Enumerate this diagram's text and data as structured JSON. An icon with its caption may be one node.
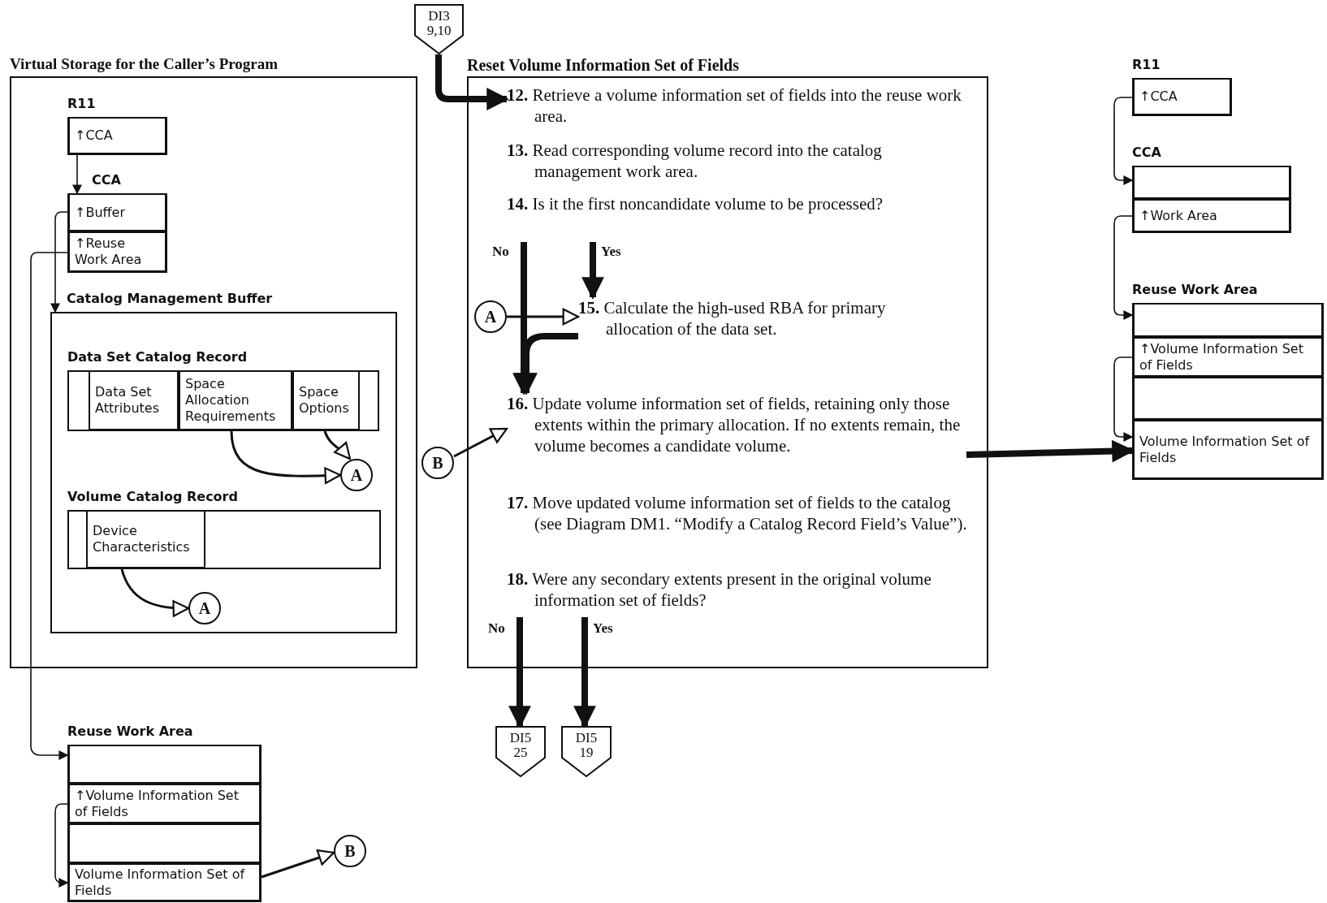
{
  "diagram": {
    "nodes": [
      {
        "text": [
          "DI3 9,10"
        ]
      },
      {
        "text": [
          "Virtual Storage for the Caller’s Program"
        ]
      },
      {
        "text": [
          "R11"
        ],
        "in": 1
      },
      {
        "text": [
          "↑CCA"
        ],
        "in": 2
      },
      {
        "text": [
          "CCA"
        ],
        "in": 1
      },
      {
        "text": [
          "↑Buffer"
        ],
        "in": 4
      },
      {
        "text": [
          "↑Reuse Work Area"
        ],
        "in": 4
      },
      {
        "text": [
          "Catalog Management Buffer"
        ],
        "in": 1
      },
      {
        "text": [
          "Data Set Catalog Record"
        ],
        "in": 7
      },
      {
        "text": [
          "Data Set Attributes"
        ],
        "in": 8
      },
      {
        "text": [
          "Space Allocation Requirements"
        ],
        "in": 8
      },
      {
        "text": [
          "Space Options"
        ],
        "in": 8
      },
      {
        "text": [
          "A"
        ],
        "in": 7
      },
      {
        "text": [
          "Volume Catalog Record"
        ],
        "in": 7
      },
      {
        "text": [
          "Device Characteristics"
        ],
        "in": 13
      },
      {
        "text": [
          "A"
        ],
        "in": 7
      },
      {
        "text": [
          "Reuse Work Area"
        ]
      },
      {
        "text": [],
        "shape": "box",
        "in": 16
      },
      {
        "text": [
          "↑Volume Information Set of Fields"
        ],
        "in": 16
      },
      {
        "text": [],
        "shape": "box",
        "in": 16
      },
      {
        "text": [
          "Volume Information Set of Fields"
        ],
        "in": 16
      },
      {
        "text": [
          "B"
        ]
      },
      {
        "text": [
          "Reset Volume Information Set of Fields"
        ]
      },
      {
        "text": [
          "**12.** Retrieve a volume information set of fields into the reuse work area."
        ],
        "in": 22
      },
      {
        "text": [
          "**13.** Read corresponding volume record into the catalog management work area."
        ],
        "in": 22
      },
      {
        "text": [
          "**14.** Is it the first noncandidate volume to be processed?"
        ],
        "in": 22
      },
      {
        "text": [
          "A"
        ],
        "in": 22
      },
      {
        "text": [
          "**15.** Calculate the high-used RBA for primary allocation of the data set."
        ],
        "in": 22
      },
      {
        "text": [
          "B"
        ]
      },
      {
        "text": [
          "**16.** Update volume information set of fields, retaining only those extents within the primary allocation. If no extents remain, the volume becomes a candidate volume."
        ],
        "in": 22
      },
      {
        "text": [
          "**17.** Move updated volume information set of fields to the catalog (see Diagram DM1. “Modify a Catalog Record Field’s Value”)."
        ],
        "in": 22
      },
      {
        "text": [
          "**18.** Were any secondary extents present in the original volume information set of fields?"
        ],
        "in": 22
      },
      {
        "text": [
          "DI5 25"
        ]
      },
      {
        "text": [
          "DI5 19"
        ]
      },
      {
        "text": [
          "R11"
        ]
      },
      {
        "text": [
          "↑CCA"
        ],
        "in": 34
      },
      {
        "text": [
          "CCA"
        ]
      },
      {
        "text": [],
        "shape": "box",
        "in": 36
      },
      {
        "text": [
          "↑Work Area"
        ],
        "in": 36
      },
      {
        "text": [
          "Reuse Work Area"
        ]
      },
      {
        "text": [],
        "shape": "box",
        "in": 39
      },
      {
        "text": [
          "↑Volume Information Set of Fields"
        ],
        "in": 39
      },
      {
        "text": [],
        "shape": "box",
        "in": 39
      },
      {
        "text": [
          "Volume Information Set of Fields"
        ],
        "in": 39
      }
    ],
    "edges": [
      {
        "from": 0,
        "to": 23,
        "arrow": "to",
        "style": "thick"
      },
      {
        "from": 3,
        "to": 4,
        "arrow": "to"
      },
      {
        "from": 5,
        "to": 7,
        "arrow": "to"
      },
      {
        "from": 6,
        "to": 16,
        "arrow": "to"
      },
      {
        "from": 10,
        "to": 12,
        "arrow": "to"
      },
      {
        "from": 11,
        "to": 12,
        "arrow": "to"
      },
      {
        "from": 14,
        "to": 15,
        "arrow": "to"
      },
      {
        "from": 18,
        "to": 20,
        "arrow": "to"
      },
      {
        "from": 20,
        "to": 21,
        "arrow": "to"
      },
      {
        "from": 25,
        "to": 29,
        "arrow": "to",
        "label": "No",
        "style": "thick"
      },
      {
        "from": 25,
        "to": 27,
        "arrow": "to",
        "label": "Yes",
        "style": "thick"
      },
      {
        "from": 26,
        "to": 27,
        "arrow": "to"
      },
      {
        "from": 27,
        "to": 29,
        "arrow": "to",
        "style": "thick"
      },
      {
        "from": 28,
        "to": 29,
        "arrow": "to"
      },
      {
        "from": 29,
        "to": 43,
        "arrow": "to",
        "style": "thick"
      },
      {
        "from": 31,
        "to": 32,
        "arrow": "to",
        "label": "No",
        "style": "thick"
      },
      {
        "from": 31,
        "to": 33,
        "arrow": "to",
        "label": "Yes",
        "style": "thick"
      },
      {
        "from": 35,
        "to": 36,
        "arrow": "to"
      },
      {
        "from": 38,
        "to": 39,
        "arrow": "to"
      },
      {
        "from": 41,
        "to": 43,
        "arrow": "to"
      }
    ]
  }
}
